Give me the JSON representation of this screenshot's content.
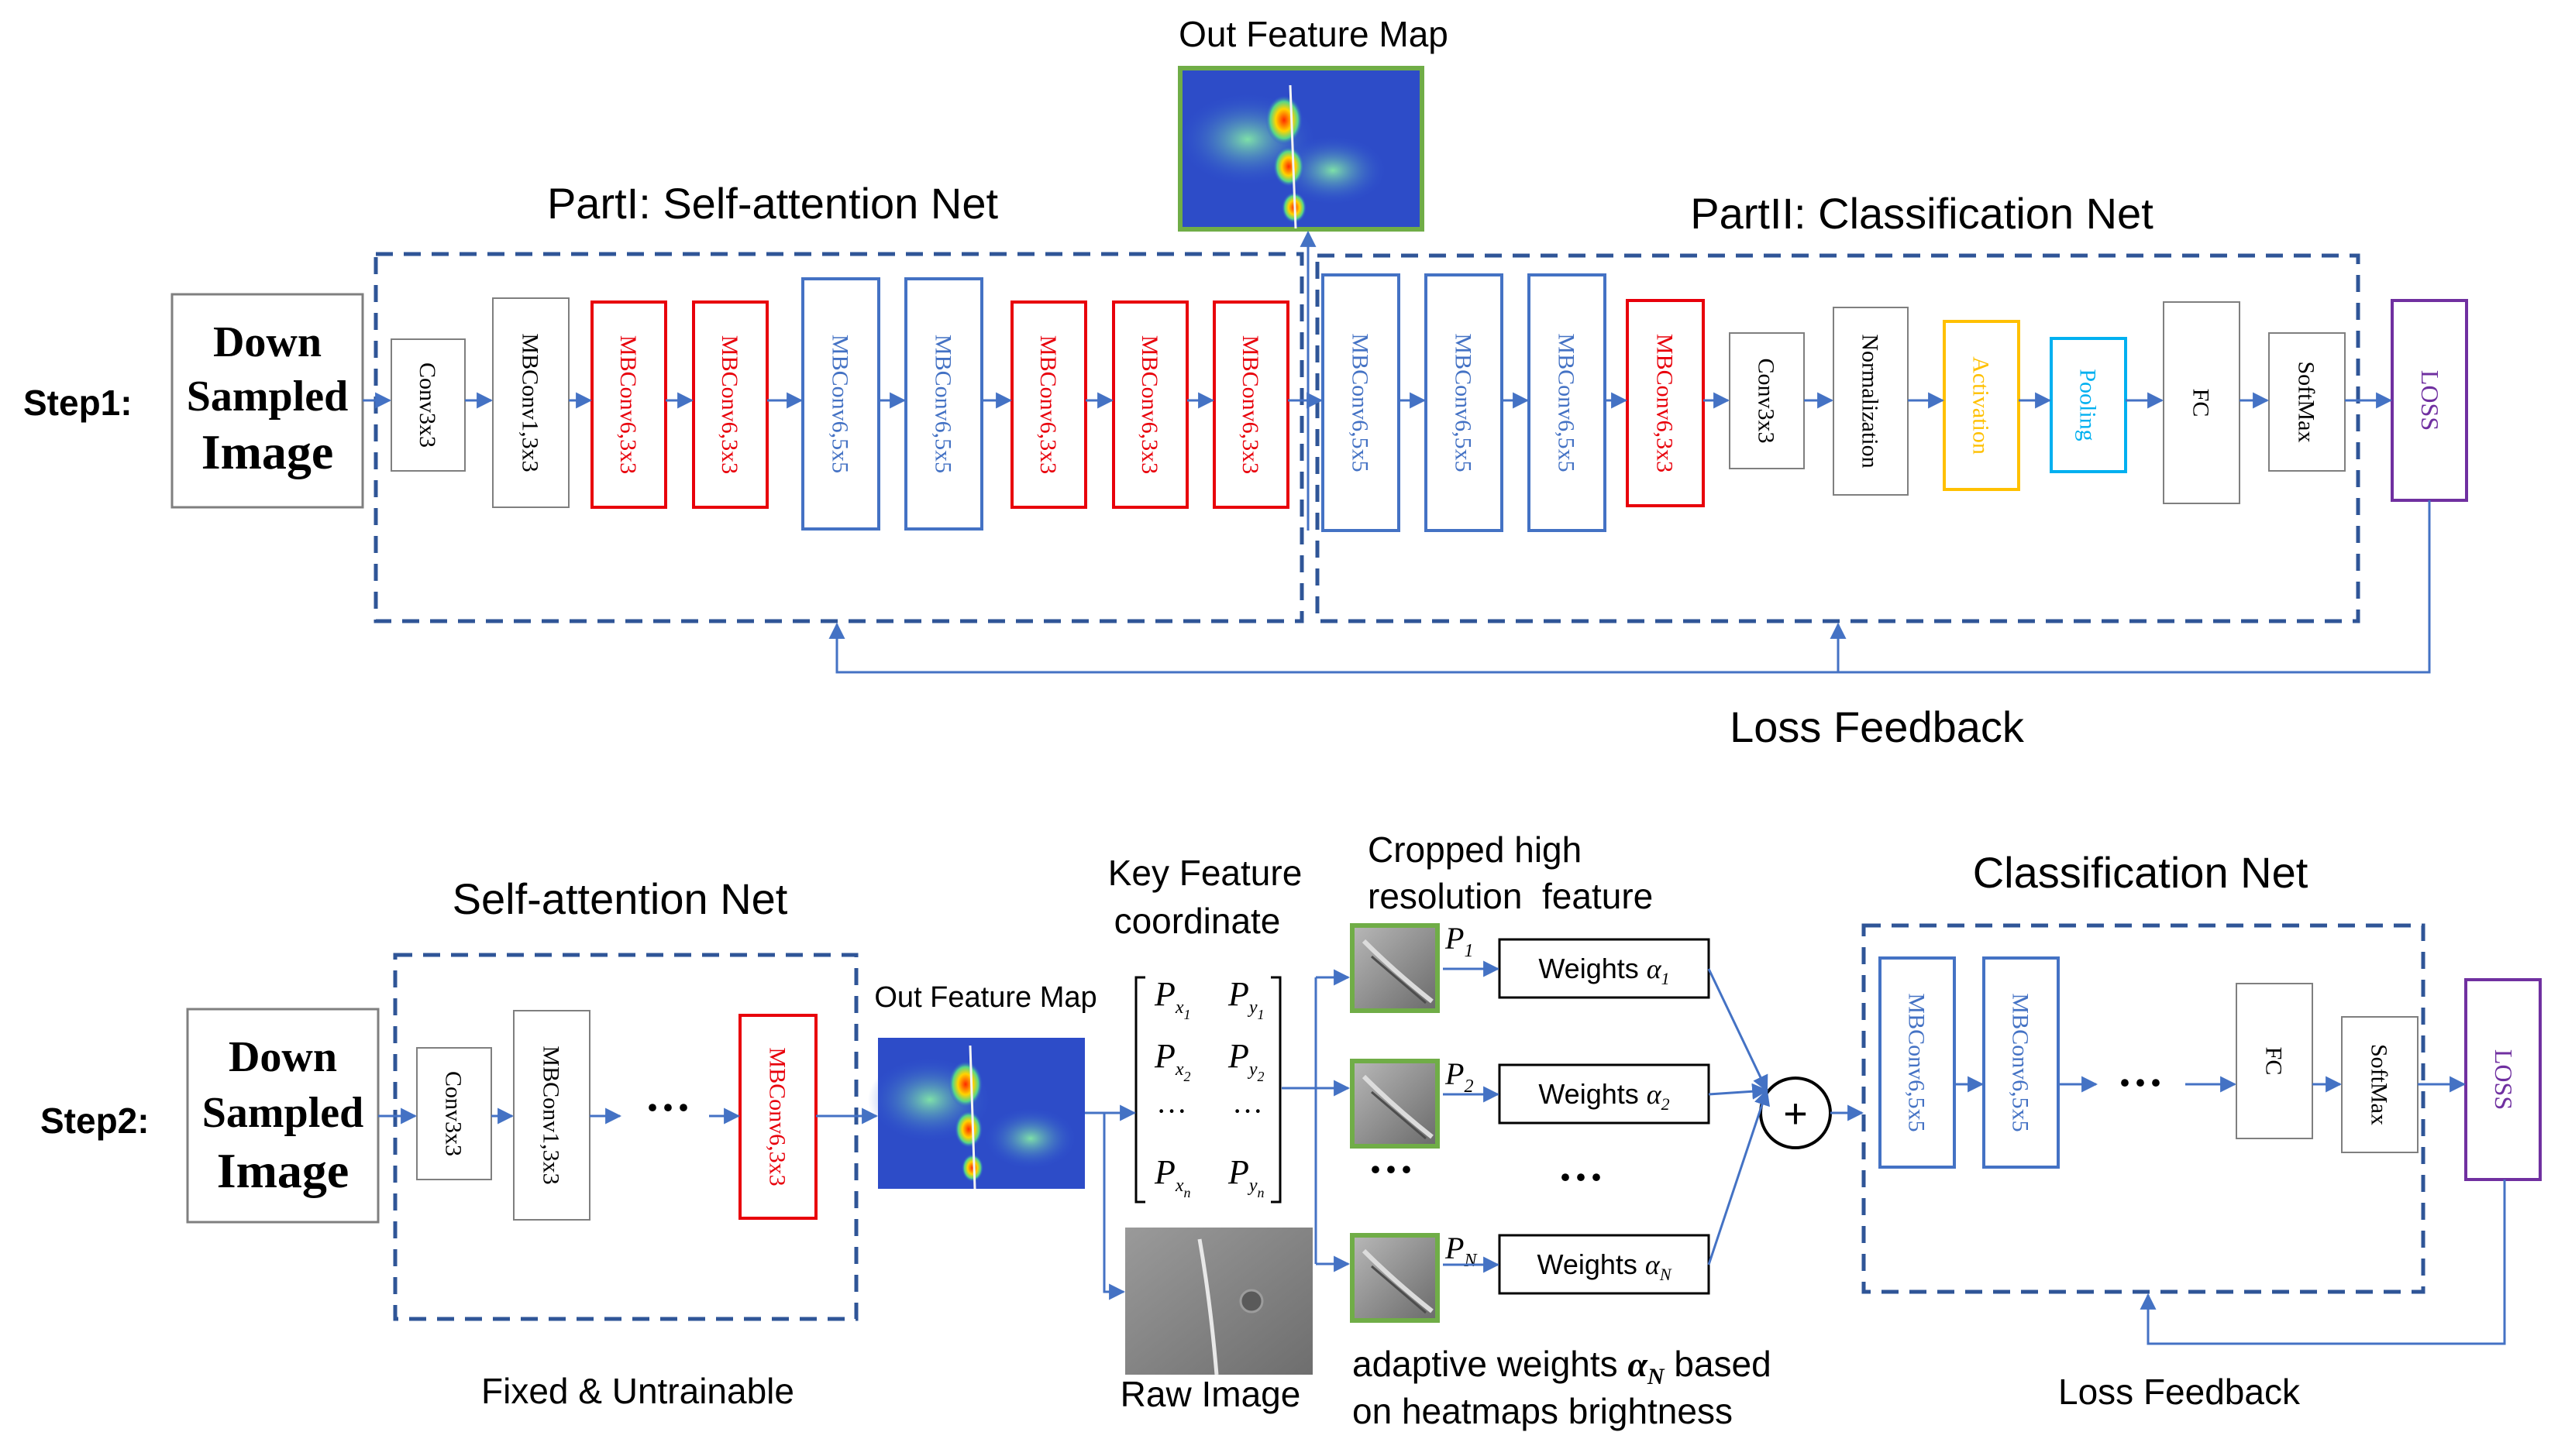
{
  "colors": {
    "blue_line": "#4472c4",
    "dash": "#2f5597",
    "red": "#e8000b",
    "blue": "#4472c4",
    "gray": "#7f7f7f",
    "yellow": "#ffc000",
    "cyan": "#00b0f0",
    "purple": "#7030a0",
    "green": "#70ad47",
    "black": "#000000"
  },
  "step1": {
    "label": "Step1:",
    "part1_title": "PartI: Self-attention Net",
    "part2_title": "PartII: Classification Net",
    "out_feature_map": "Out Feature Map",
    "input": [
      "Down",
      "Sampled",
      "Image"
    ],
    "blocks": [
      {
        "label": "Conv3x3",
        "color": "gray"
      },
      {
        "label": "MBConv1,3x3",
        "color": "gray"
      },
      {
        "label": "MBConv6,3x3",
        "color": "red"
      },
      {
        "label": "MBConv6,3x3",
        "color": "red"
      },
      {
        "label": "MBConv6,5x5",
        "color": "blue"
      },
      {
        "label": "MBConv6,5x5",
        "color": "blue"
      },
      {
        "label": "MBConv6,3x3",
        "color": "red"
      },
      {
        "label": "MBConv6,3x3",
        "color": "red"
      },
      {
        "label": "MBConv6,3x3",
        "color": "red"
      },
      {
        "label": "MBConv6,5x5",
        "color": "blue"
      },
      {
        "label": "MBConv6,5x5",
        "color": "blue"
      },
      {
        "label": "MBConv6,5x5",
        "color": "blue"
      },
      {
        "label": "MBConv6,3x3",
        "color": "red"
      },
      {
        "label": "Conv3x3",
        "color": "gray"
      },
      {
        "label": "Normalization",
        "color": "gray"
      },
      {
        "label": "Activation",
        "color": "yellow"
      },
      {
        "label": "Pooling",
        "color": "cyan"
      },
      {
        "label": "FC",
        "color": "gray"
      },
      {
        "label": "SoftMax",
        "color": "gray"
      }
    ],
    "loss": "LOSS",
    "loss_feedback": "Loss Feedback"
  },
  "step2": {
    "label": "Step2:",
    "self_attention_title": "Self-attention Net",
    "input": [
      "Down",
      "Sampled",
      "Image"
    ],
    "blocks": [
      {
        "label": "Conv3x3",
        "color": "gray"
      },
      {
        "label": "MBConv1,3x3",
        "color": "gray"
      },
      {
        "label": "MBConv6,3x3",
        "color": "red"
      }
    ],
    "ellipsis": "···",
    "fixed_label": "Fixed & Untrainable",
    "out_feature_map": "Out Feature Map",
    "key_feature": [
      "Key Feature",
      "coordinate"
    ],
    "matrix_rows": [
      [
        "P",
        "x",
        "1",
        "P",
        "y",
        "1"
      ],
      [
        "P",
        "x",
        "2",
        "P",
        "y",
        "2"
      ],
      [
        "P",
        "x",
        "n",
        "P",
        "y",
        "n"
      ]
    ],
    "matrix_dots": "···",
    "raw_image": "Raw Image",
    "cropped": [
      "Cropped high",
      "resolution  feature"
    ],
    "patch_labels": [
      [
        "P",
        "1"
      ],
      [
        "P",
        "2"
      ],
      [
        "P",
        "N"
      ]
    ],
    "weights_prefix": "Weights",
    "weights_symbols": [
      [
        "α",
        "1"
      ],
      [
        "α",
        "2"
      ],
      [
        "α",
        "N"
      ]
    ],
    "vertical_dots": "···",
    "plus": "+",
    "adaptive": [
      "adaptive weights",
      "α",
      "N",
      "based",
      "on heatmaps brightness"
    ],
    "classification_title": "Classification Net",
    "cls_blocks": [
      {
        "label": "MBConv6,5x5",
        "color": "blue"
      },
      {
        "label": "MBConv6,5x5",
        "color": "blue"
      },
      {
        "label": "FC",
        "color": "gray"
      },
      {
        "label": "SoftMax",
        "color": "gray"
      }
    ],
    "loss": "LOSS",
    "loss_feedback": "Loss Feedback"
  }
}
